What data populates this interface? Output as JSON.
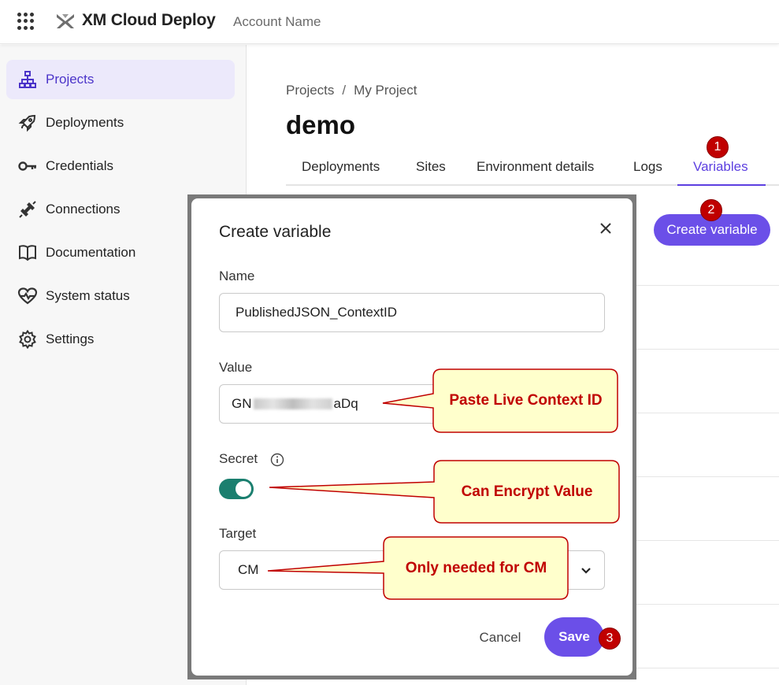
{
  "header": {
    "app_title": "XM Cloud Deploy",
    "account_name": "Account Name",
    "apps_icon": "apps-grid-icon",
    "logo_icon": "xm-cloud-logo"
  },
  "sidebar": {
    "items": [
      {
        "label": "Projects",
        "icon": "sitemap-icon",
        "active": true
      },
      {
        "label": "Deployments",
        "icon": "rocket-icon"
      },
      {
        "label": "Credentials",
        "icon": "key-icon"
      },
      {
        "label": "Connections",
        "icon": "plug-icon"
      },
      {
        "label": "Documentation",
        "icon": "book-icon"
      },
      {
        "label": "System status",
        "icon": "heart-pulse-icon"
      },
      {
        "label": "Settings",
        "icon": "gear-icon"
      }
    ]
  },
  "main": {
    "breadcrumb": {
      "root": "Projects",
      "separator": "/",
      "current": "My Project"
    },
    "page_title": "demo",
    "tabs": [
      {
        "label": "Deployments"
      },
      {
        "label": "Sites"
      },
      {
        "label": "Environment details"
      },
      {
        "label": "Logs"
      },
      {
        "label": "Variables",
        "active": true
      }
    ],
    "create_variable_label": "Create variable"
  },
  "modal": {
    "title": "Create variable",
    "name_label": "Name",
    "name_value": "PublishedJSON_ContextID",
    "value_label": "Value",
    "value_prefix": "GN",
    "value_suffix": "aDq",
    "secret_label": "Secret",
    "secret_enabled": true,
    "target_label": "Target",
    "target_value": "CM",
    "cancel_label": "Cancel",
    "save_label": "Save"
  },
  "annotations": {
    "badges": [
      "1",
      "2",
      "3"
    ],
    "callouts": [
      {
        "text": "Paste Live Context ID"
      },
      {
        "text": "Can Encrypt Value"
      },
      {
        "text": "Only needed for CM"
      }
    ]
  },
  "colors": {
    "accent": "#6b4fe8",
    "toggle_on": "#1b7f6f",
    "badge": "#c00000",
    "callout_fill": "#ffffcc"
  }
}
